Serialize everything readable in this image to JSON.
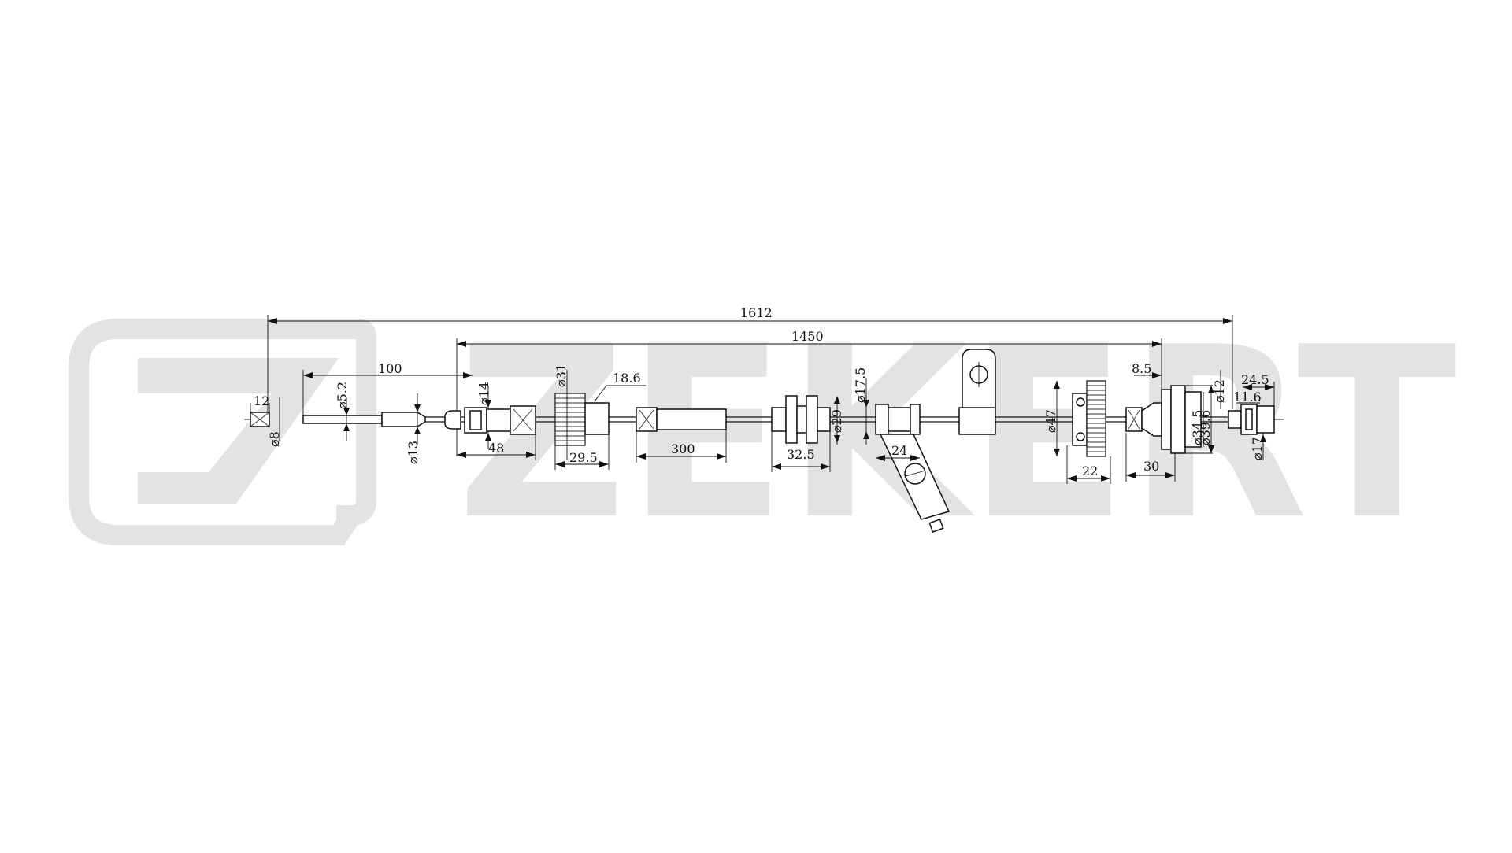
{
  "watermark": {
    "brand": "ZEKERT",
    "logo": "ZEKERT logo",
    "color": "#e3e3e3"
  },
  "drawing": {
    "line_color": "#111111",
    "dimensions": {
      "total_length": "1612",
      "cable_length": "1450",
      "d100": "100",
      "d12_left": "12",
      "d8": "⌀8",
      "d5_2": "⌀5.2",
      "d13": "⌀13",
      "d14": "⌀14",
      "d48": "48",
      "d31": "⌀31",
      "d18_6": "18.6",
      "d29_5": "29.5",
      "d300": "300",
      "d32_5": "32.5",
      "d29": "⌀29",
      "d17_5": "⌀17.5",
      "d24": "24",
      "d47": "⌀47",
      "d22": "22",
      "d8_5": "8.5",
      "d30": "30",
      "d34_5": "⌀34.5",
      "d39_6": "⌀39.6",
      "d12_right": "⌀12",
      "d24_5": "24.5",
      "d11_6": "11.6",
      "d17": "⌀17"
    }
  }
}
